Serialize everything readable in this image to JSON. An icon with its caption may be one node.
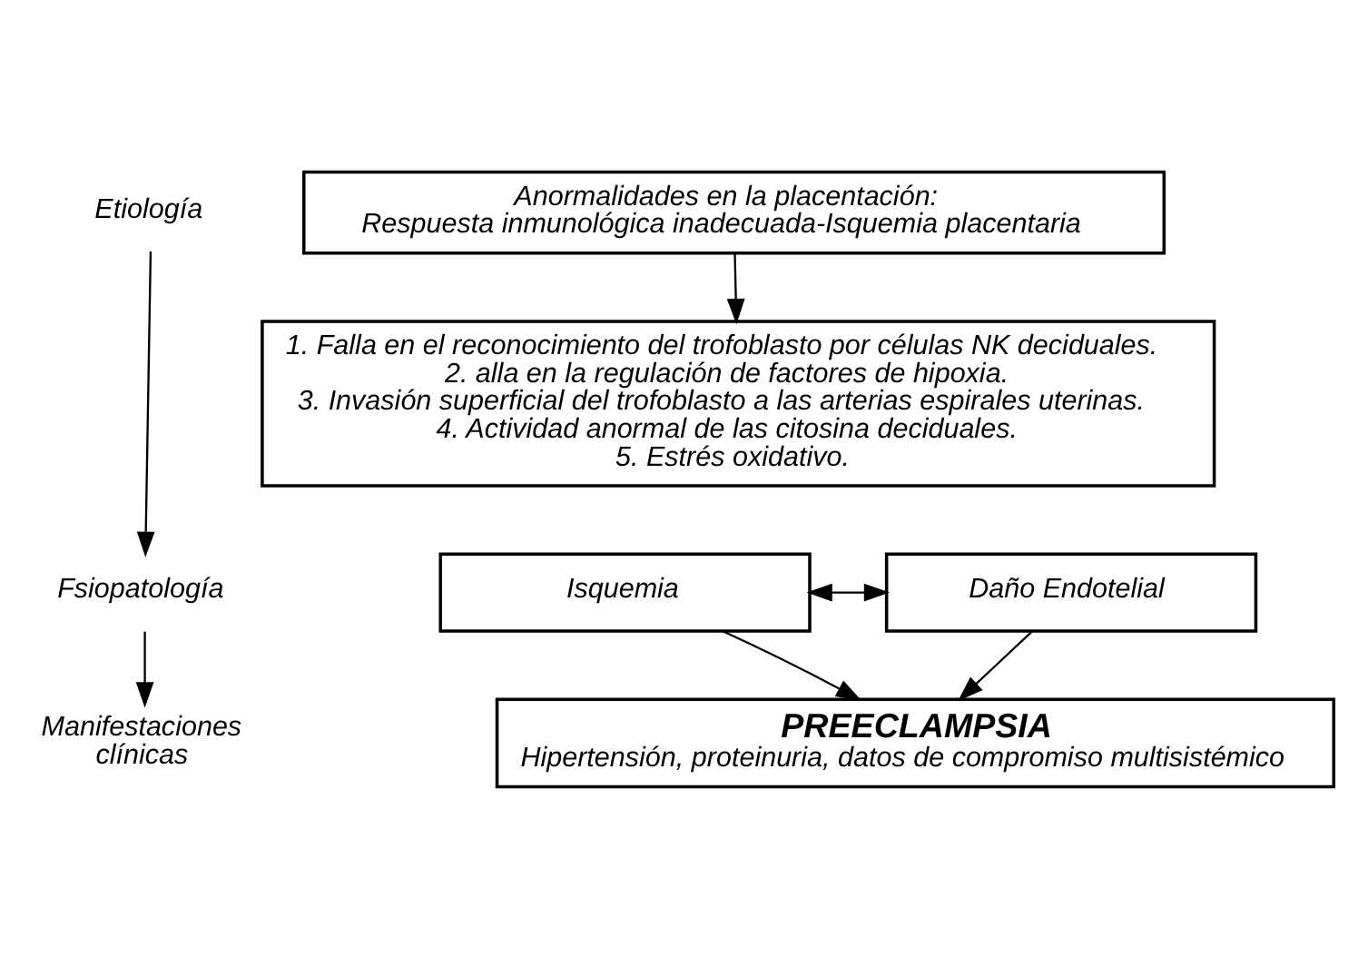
{
  "diagram": {
    "nodes": [
      {
        "text": [
          "Anormalidades en la placentación:",
          "Respuesta inmunológica inadecuada-Isquemia placentaria"
        ]
      },
      {
        "text": [
          "1. Falla en el reconocimiento del trofoblasto por células NK deciduales.",
          "2. alla en la regulación de factores de hipoxia.",
          "3. Invasión superficial del trofoblasto a las arterias espirales uterinas.",
          "4. Actividad anormal de las citosina deciduales.",
          "5. Estrés oxidativo."
        ]
      },
      {
        "text": [
          "Isquemia"
        ]
      },
      {
        "text": [
          "Daño Endotelial"
        ]
      },
      {
        "text": [
          "PREECLAMPSIA",
          "Hipertensión, proteinuria, datos de compromiso multisistémico"
        ]
      },
      {
        "text": [
          "Etiología"
        ]
      },
      {
        "text": [
          "Fsiopatología"
        ]
      },
      {
        "text": [
          "Manifestaciones clínicas"
        ]
      }
    ],
    "edges": [
      {
        "from": 0,
        "to": 1,
        "arrow": "to"
      },
      {
        "from": 2,
        "to": 3,
        "arrow": "both"
      },
      {
        "from": 2,
        "to": 4,
        "arrow": "to"
      },
      {
        "from": 3,
        "to": 4,
        "arrow": "to"
      },
      {
        "from": 5,
        "to": 6,
        "arrow": "to"
      },
      {
        "from": 6,
        "to": 7,
        "arrow": "to"
      }
    ]
  }
}
